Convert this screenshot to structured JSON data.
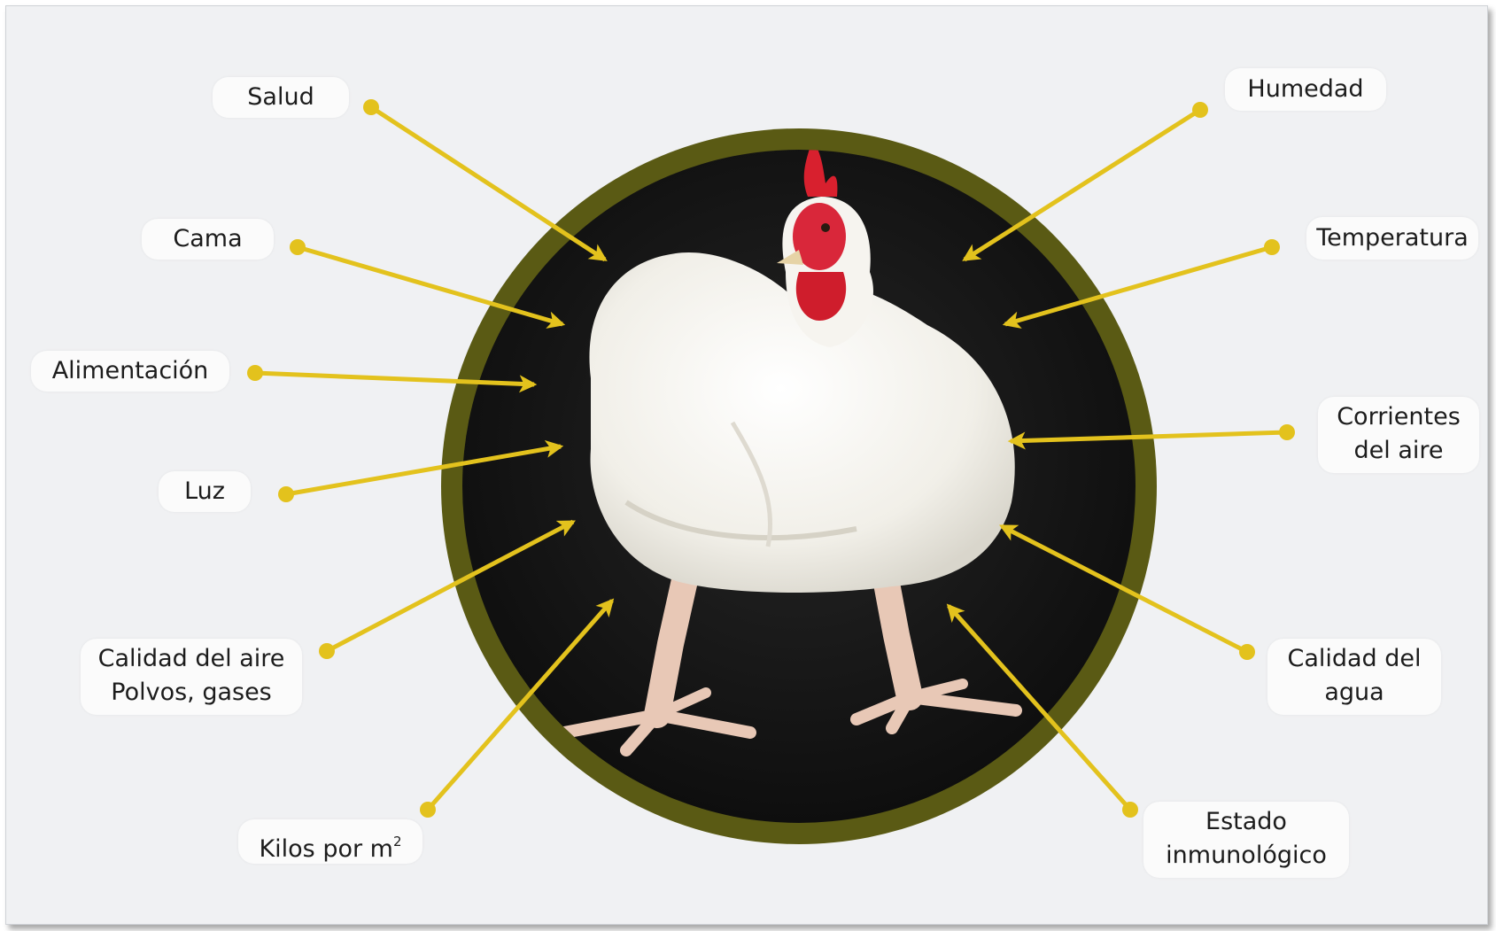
{
  "colors": {
    "background": "#f0f1f3",
    "ring": "#5a5a14",
    "photo_background": "#141414",
    "arrow": "#e3c21d",
    "label_box": "#fbfbfb",
    "hen_feathers": "#f4f2ec",
    "comb": "#d8202e"
  },
  "labels": {
    "salud": "Salud",
    "cama": "Cama",
    "alimentacion": "Alimentación",
    "luz": "Luz",
    "calidad_aire_1": "Calidad del aire",
    "calidad_aire_2": "Polvos, gases",
    "kilos_text": "Kilos por m",
    "kilos_exp": "2",
    "humedad": "Humedad",
    "temperatura": "Temperatura",
    "corrientes_1": "Corrientes",
    "corrientes_2": "del aire",
    "agua_1": "Calidad del",
    "agua_2": "agua",
    "estado_1": "Estado",
    "estado_2": "inmunológico"
  },
  "photo": {
    "subject": "broiler-chicken"
  }
}
